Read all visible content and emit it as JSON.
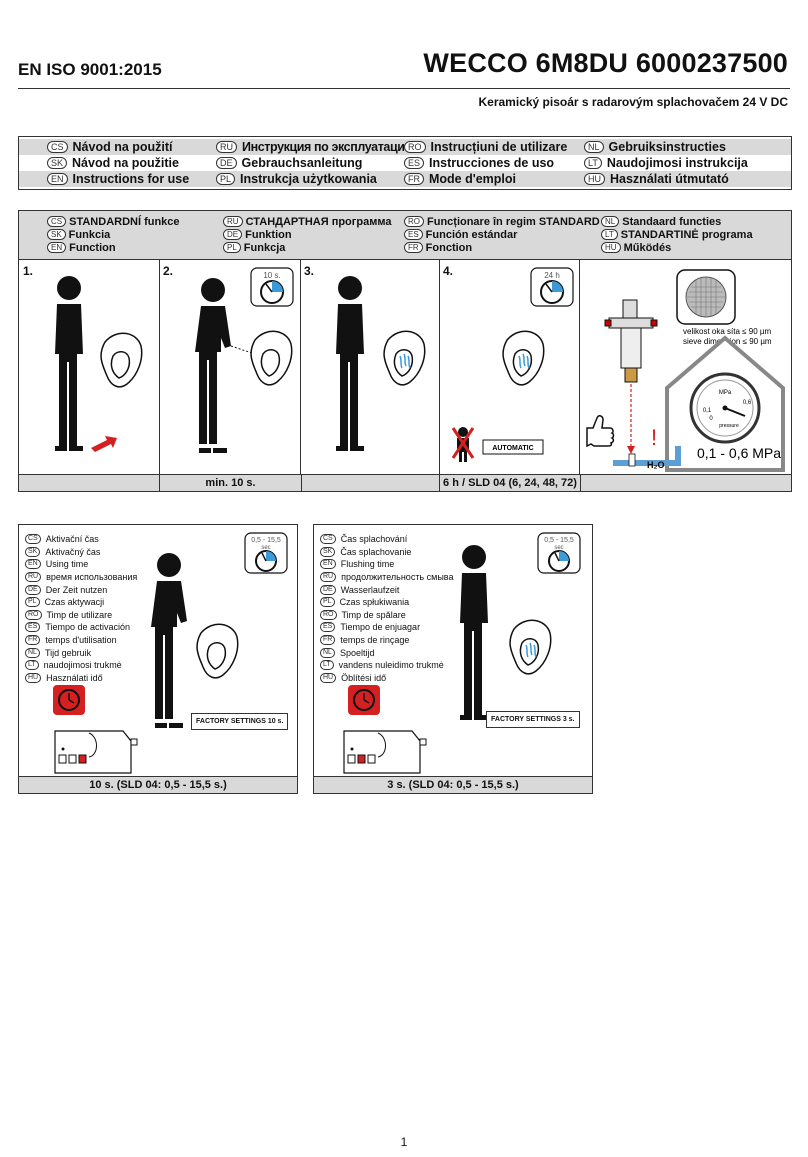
{
  "header": {
    "iso": "EN ISO 9001:2015",
    "model": "WECCO 6M8DU 6000237500",
    "subtitle": "Keramický pisoár s radarovým splachovačem 24 V DC"
  },
  "languages": [
    [
      {
        "code": "CS",
        "text": "Návod na použití"
      },
      {
        "code": "RU",
        "text": "Инструкция по эксплуатации"
      },
      {
        "code": "RO",
        "text": "Instrucțiuni de utilizare"
      },
      {
        "code": "NL",
        "text": "Gebruiksinstructies"
      }
    ],
    [
      {
        "code": "SK",
        "text": "Návod na použitie"
      },
      {
        "code": "DE",
        "text": "Gebrauchsanleitung"
      },
      {
        "code": "ES",
        "text": "Instrucciones de uso"
      },
      {
        "code": "LT",
        "text": "Naudojimosi instrukcija"
      }
    ],
    [
      {
        "code": "EN",
        "text": "Instructions for use"
      },
      {
        "code": "PL",
        "text": "Instrukcja użytkowania"
      },
      {
        "code": "FR",
        "text": "Mode d'emploi"
      },
      {
        "code": "HU",
        "text": "Használati útmutató"
      }
    ]
  ],
  "function_panel": {
    "header": [
      [
        {
          "code": "CS",
          "text": "STANDARDNÍ funkce"
        },
        {
          "code": "SK",
          "text": "Funkcia"
        },
        {
          "code": "EN",
          "text": "Function"
        }
      ],
      [
        {
          "code": "RU",
          "text": "СТАНДАРТНАЯ программа"
        },
        {
          "code": "DE",
          "text": "Funktion"
        },
        {
          "code": "PL",
          "text": "Funkcja"
        }
      ],
      [
        {
          "code": "RO",
          "text": "Funcționare în regim STANDARD"
        },
        {
          "code": "ES",
          "text": "Función estándar"
        },
        {
          "code": "FR",
          "text": "Fonction"
        }
      ],
      [
        {
          "code": "NL",
          "text": "Standaard functies"
        },
        {
          "code": "LT",
          "text": "STANDARTINĖ programa"
        },
        {
          "code": "HU",
          "text": "Működés"
        }
      ]
    ],
    "steps": [
      "1.",
      "2.",
      "3.",
      "4."
    ],
    "timer_2": "10 s.",
    "timer_4": "24 h",
    "automatic": "AUTOMATIC",
    "sieve_text_1": "velikost oka síta ≤ 90 µm",
    "sieve_text_2": "sieve dimension ≤ 90 µm",
    "gauge_unit": "MPa",
    "gauge_label": "pressure",
    "gauge_ticks": [
      "0,6",
      "0,1",
      "0"
    ],
    "pressure_range": "0,1 - 0,6 MPa",
    "water": "H₂O",
    "exclamation": "!",
    "captions": [
      "min. 10 s.",
      "6 h / SLD 04 (6, 24, 48, 72)"
    ]
  },
  "activation_panel": {
    "items": [
      {
        "code": "CS",
        "text": "Aktivační čas"
      },
      {
        "code": "SK",
        "text": "Aktivačný čas"
      },
      {
        "code": "EN",
        "text": "Using time"
      },
      {
        "code": "RU",
        "text": "время использования"
      },
      {
        "code": "DE",
        "text": "Der Zeit nutzen"
      },
      {
        "code": "PL",
        "text": "Czas aktywacji"
      },
      {
        "code": "RO",
        "text": "Timp de utilizare"
      },
      {
        "code": "ES",
        "text": "Tiempo de activación"
      },
      {
        "code": "FR",
        "text": "temps d'utilisation"
      },
      {
        "code": "NL",
        "text": "Tijd gebruik"
      },
      {
        "code": "LT",
        "text": "naudojimosi trukmė"
      },
      {
        "code": "HU",
        "text": "Használati idő"
      }
    ],
    "timer": "0,5 - 15,5",
    "timer_unit": "sec",
    "factory": "FACTORY SETTINGS 10 s.",
    "caption": "10 s. (SLD 04: 0,5 - 15,5 s.)"
  },
  "flushing_panel": {
    "items": [
      {
        "code": "CS",
        "text": "Čas splachování"
      },
      {
        "code": "SK",
        "text": "Čas splachovanie"
      },
      {
        "code": "EN",
        "text": "Flushing time"
      },
      {
        "code": "RU",
        "text": "продолжительность смыва"
      },
      {
        "code": "DE",
        "text": "Wasserlaufzeit"
      },
      {
        "code": "PL",
        "text": "Czas spłukiwania"
      },
      {
        "code": "RO",
        "text": "Timp de spălare"
      },
      {
        "code": "ES",
        "text": "Tiempo de enjuagar"
      },
      {
        "code": "FR",
        "text": "temps de rinçage"
      },
      {
        "code": "NL",
        "text": "Spoeltijd"
      },
      {
        "code": "LT",
        "text": "vandens nuleidimo trukmė"
      },
      {
        "code": "HU",
        "text": "Öblítési idő"
      }
    ],
    "timer": "0,5 - 15,5",
    "timer_unit": "sec",
    "factory": "FACTORY SETTINGS 3 s.",
    "caption": "3 s. (SLD 04: 0,5 - 15,5 s.)"
  },
  "page_number": "1",
  "colors": {
    "accent_blue": "#3a9bd8",
    "red": "#d42020",
    "shade": "#d9d9d9",
    "dark": "#111111"
  }
}
